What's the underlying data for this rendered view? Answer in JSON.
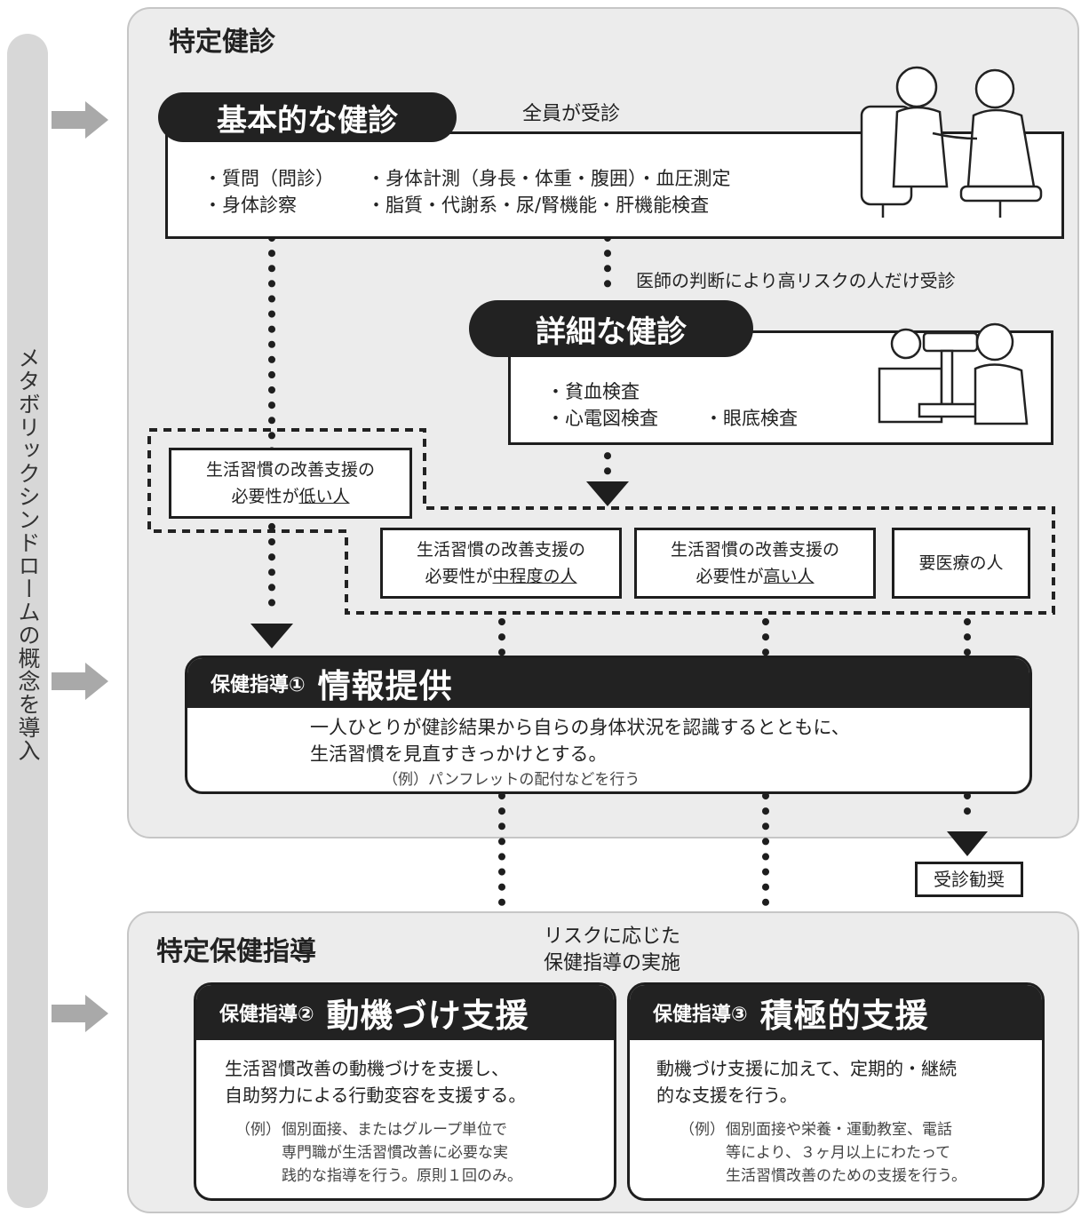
{
  "sidebar": {
    "text": "メタボリックシンドロームの概念を導入"
  },
  "section1": {
    "title": "特定健診",
    "basic": {
      "title": "基本的な健診",
      "note": "全員が受診",
      "row1a": "・質問（問診）",
      "row1b": "・身体計測（身長・体重・腹囲）・血圧測定",
      "row2a": "・身体診察",
      "row2b": "・脂質・代謝系・尿/腎機能・肝機能検査"
    },
    "detail_note": "医師の判断により高リスクの人だけ受診",
    "detail": {
      "title": "詳細な健診",
      "item1": "・貧血検査",
      "item2a": "・心電図検査",
      "item2b": "・眼底検査"
    },
    "low": {
      "pre": "生活習慣の改善支援の",
      "pre2": "必要性が",
      "u": "低い人"
    },
    "mid": {
      "pre": "生活習慣の改善支援の",
      "pre2": "必要性が",
      "u": "中程度の人"
    },
    "high": {
      "pre": "生活習慣の改善支援の",
      "pre2": "必要性が",
      "u": "高い人"
    },
    "medical": "要医療の人",
    "guide1": {
      "label": "保健指導①",
      "title": "情報提供",
      "line1": "一人ひとりが健診結果から自らの身体状況を認識するとともに、",
      "line2": "生活習慣を見直すきっかけとする。",
      "example": "（例）パンフレットの配付などを行う"
    }
  },
  "recommend": "受診勧奨",
  "section2": {
    "title": "特定保健指導",
    "note1": "リスクに応じた",
    "note2": "保健指導の実施",
    "guide2": {
      "label": "保健指導②",
      "title": "動機づけ支援",
      "line1": "生活習慣改善の動機づけを支援し、",
      "line2": "自助努力による行動変容を支援する。",
      "ex_label": "（例）",
      "ex1": "個別面接、またはグループ単位で",
      "ex2": "専門職が生活習慣改善に必要な実",
      "ex3": "践的な指導を行う。原則１回のみ。"
    },
    "guide3": {
      "label": "保健指導③",
      "title": "積極的支援",
      "line1": "動機づけ支援に加えて、定期的・継続",
      "line2": "的な支援を行う。",
      "ex_label": "（例）",
      "ex1": "個別面接や栄養・運動教室、電話",
      "ex2": "等により、３ヶ月以上にわたって",
      "ex3": "生活習慣改善のための支援を行う。"
    }
  }
}
